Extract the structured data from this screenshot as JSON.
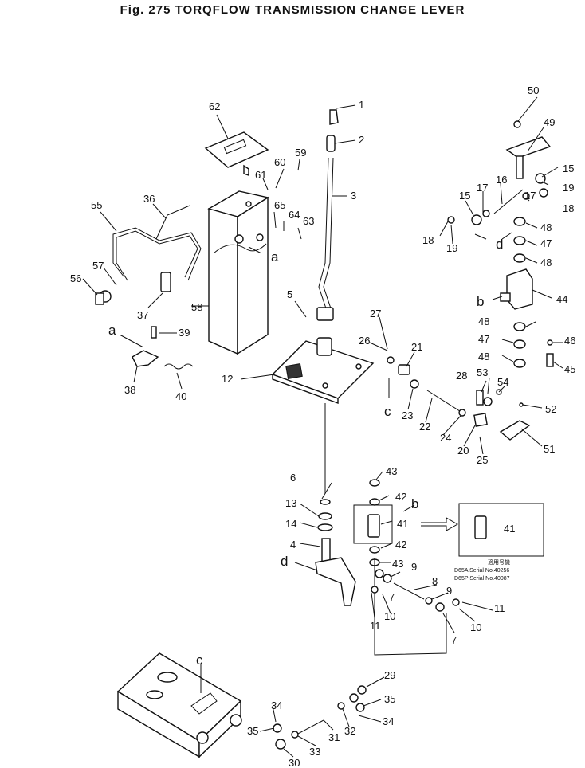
{
  "figure": {
    "title": "Fig. 275   TORQFLOW TRANSMISSION CHANGE LEVER"
  },
  "part_numbers": [
    "1",
    "2",
    "3",
    "4",
    "5",
    "6",
    "7",
    "7",
    "8",
    "9",
    "9",
    "10",
    "10",
    "11",
    "11",
    "12",
    "13",
    "14",
    "15",
    "15",
    "16",
    "17",
    "17",
    "18",
    "18",
    "19",
    "19",
    "20",
    "21",
    "22",
    "23",
    "24",
    "25",
    "26",
    "27",
    "28",
    "29",
    "30",
    "31",
    "32",
    "33",
    "34",
    "34",
    "35",
    "35",
    "36",
    "37",
    "38",
    "39",
    "40",
    "41",
    "41",
    "42",
    "42",
    "43",
    "43",
    "44",
    "45",
    "46",
    "47",
    "47",
    "48",
    "48",
    "48",
    "48",
    "49",
    "50",
    "51",
    "52",
    "53",
    "54",
    "55",
    "56",
    "57",
    "58",
    "59",
    "60",
    "61",
    "62",
    "63",
    "64",
    "65"
  ],
  "reference_letters": [
    "a",
    "a",
    "b",
    "b",
    "c",
    "c",
    "d",
    "d"
  ],
  "inset": {
    "part_number": "41",
    "japanese_note": "適用号機",
    "serial_lines": [
      "D65A  Serial No.40256 ~",
      "D65P  Serial No.40087 ~"
    ]
  }
}
